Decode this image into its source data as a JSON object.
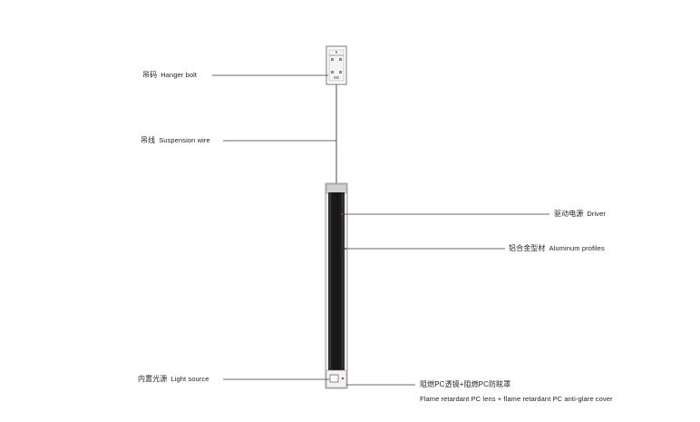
{
  "labels": {
    "hanger_bolt": {
      "zh": "吊码",
      "en": "Hanger bolt"
    },
    "suspension_wire": {
      "zh": "吊线",
      "en": "Suspension wire"
    },
    "driver": {
      "zh": "驱动电源",
      "en": "Driver"
    },
    "aluminum_profiles": {
      "zh": "铝合金型材",
      "en": "Aluminum profiles"
    },
    "light_source": {
      "zh": "内置光源",
      "en": "Light source"
    },
    "cover": {
      "zh": "阻燃PC透镜+阻燃PC防眩罩",
      "en": "Flame retardant PC lens + flame retardant PC anti-glare cover"
    }
  },
  "colors": {
    "leader": "#3a3a3a",
    "body_dark": "#1e1e1e",
    "body_frame": "#9a9a9a",
    "accent_dot": "#c0392b"
  }
}
